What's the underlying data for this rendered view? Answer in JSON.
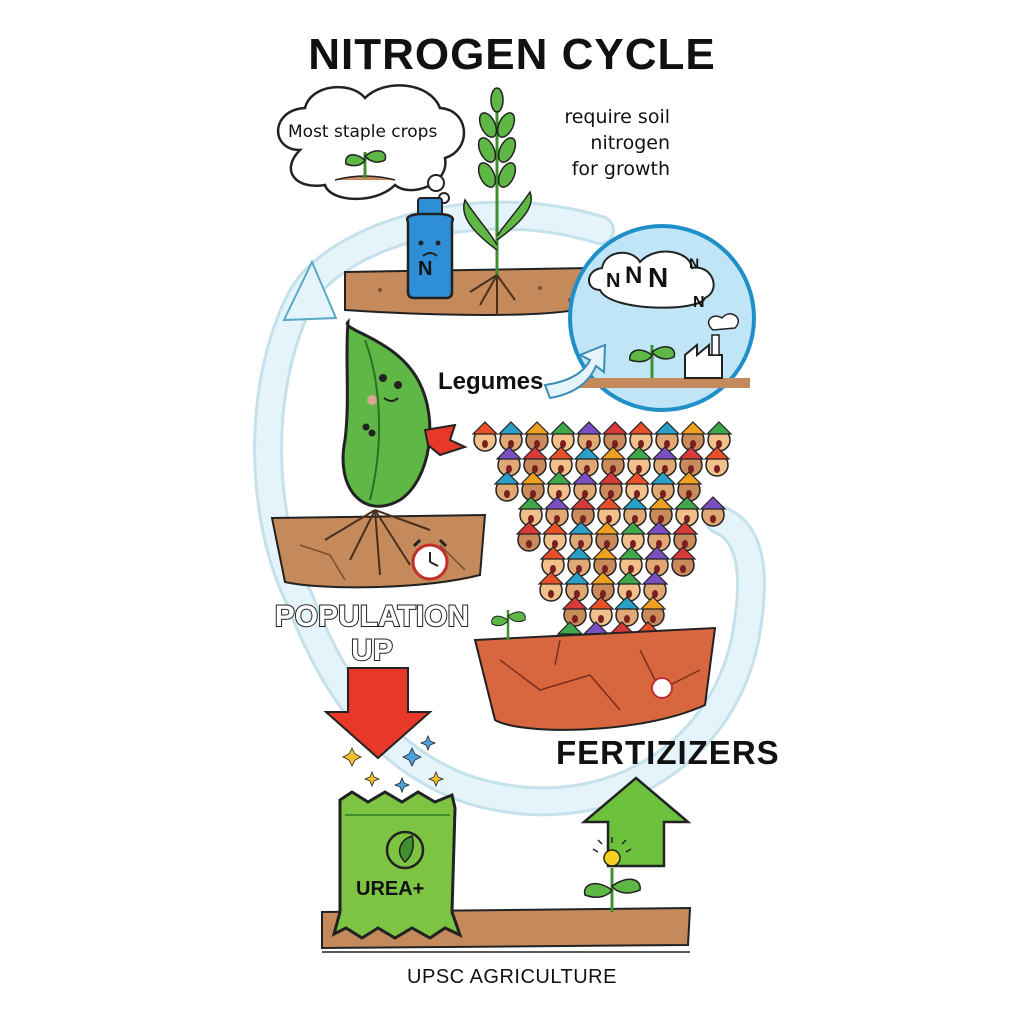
{
  "title": "NITROGEN CYCLE",
  "thought_cloud_text": "Most staple crops",
  "crop_note": [
    "require soil",
    "nitrogen",
    "for growth"
  ],
  "bottle_letter": "N",
  "air_nitrogen_letters": [
    "N",
    "N",
    "N",
    "N",
    "N"
  ],
  "legumes_label": "Legumes",
  "population_label": [
    "POPULATION",
    "UP"
  ],
  "fertilizers_label": "FERTIZIZERS",
  "urea_label": "UREA+",
  "footer": "UPSC AGRICULTURE",
  "colors": {
    "cycle_arrow": "#d8eef5",
    "soil": "#c48a5c",
    "cracked_soil": "#d8663f",
    "plant_green": "#5fb845",
    "bag_green": "#7cc442",
    "red_arrow": "#e8382a",
    "green_arrow": "#6cc23c",
    "bottle_blue": "#2f8fd6",
    "sky_circle": "#bfe5f7"
  }
}
